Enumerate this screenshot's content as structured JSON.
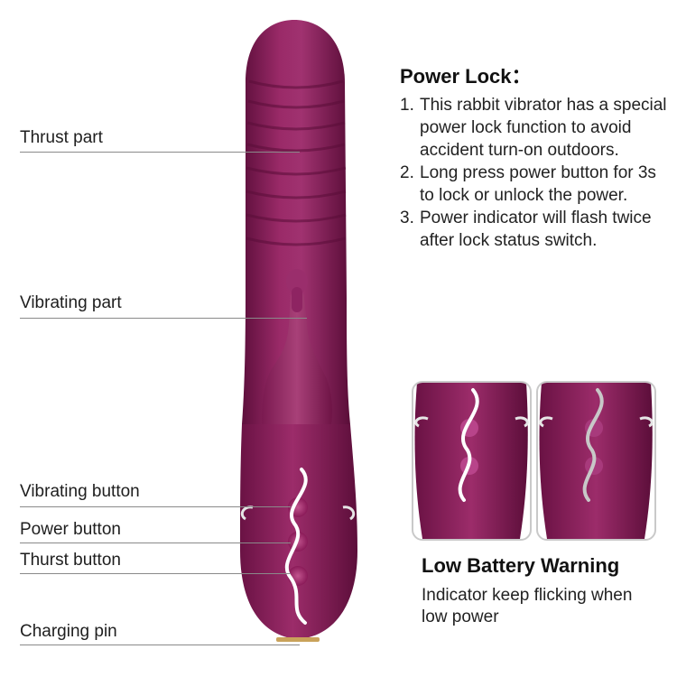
{
  "callouts": {
    "thrust_part": "Thrust part",
    "vibrating_part": "Vibrating part",
    "vibrating_button": "Vibrating button",
    "power_button": "Power button",
    "thurst_button": "Thurst button",
    "charging_pin": "Charging pin"
  },
  "power_lock": {
    "title": "Power Lock：",
    "items": [
      {
        "num": "1.",
        "text": "This rabbit vibrator has a special power lock function to avoid accident turn-on outdoors."
      },
      {
        "num": "2.",
        "text": "Long press power button for 3s to lock or unlock the power."
      },
      {
        "num": "3.",
        "text": "Power indicator will flash twice after lock status switch."
      }
    ]
  },
  "low_battery": {
    "title": "Low Battery Warning",
    "description": "Indicator keep flicking when low power"
  },
  "colors": {
    "product_purple": "#8a1a58",
    "product_dark": "#5e0f3c",
    "product_highlight": "#b04a84",
    "leader_line": "#8a8a8a",
    "indicator_white": "#ffffff",
    "indicator_silver": "#c8c8c8"
  }
}
